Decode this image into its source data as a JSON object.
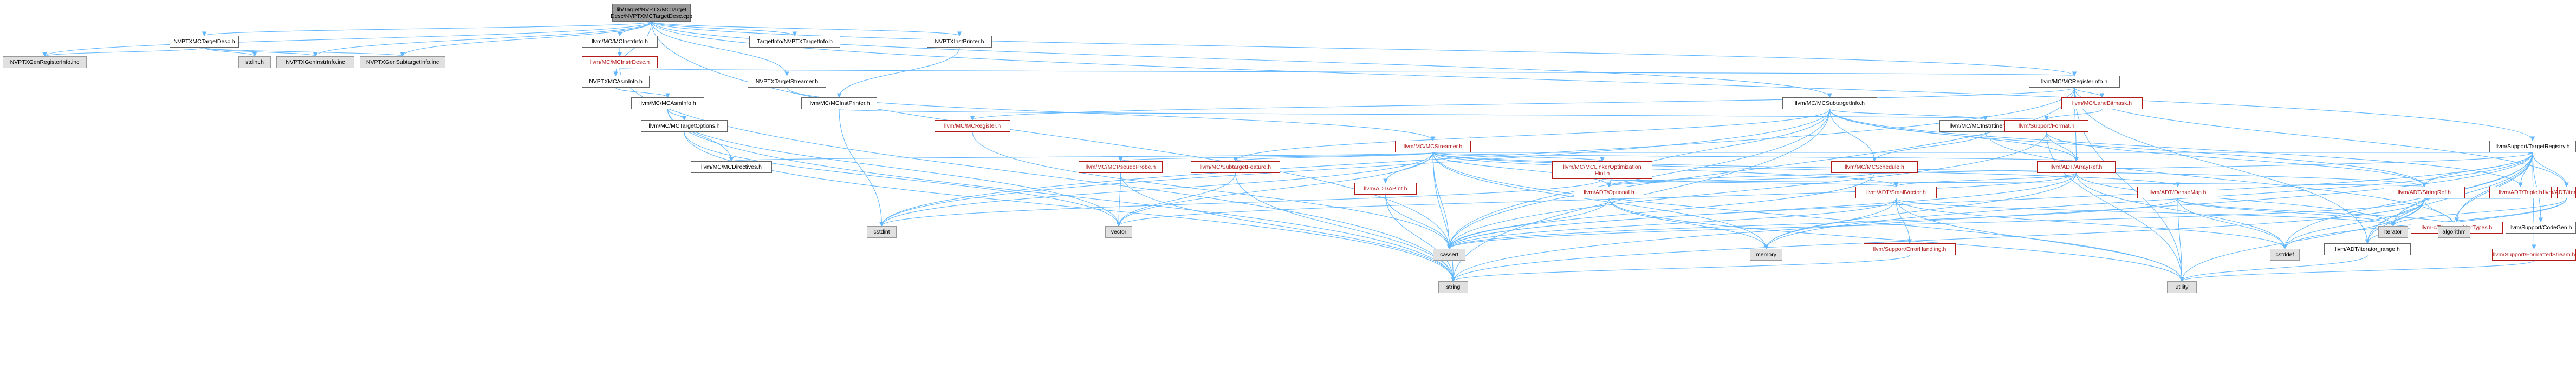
{
  "colors": {
    "edge": "#63b8ff",
    "node_border": "#666666",
    "external_fill": "#e0e0e0",
    "root_fill": "#999999",
    "link_text": "#b31b1b"
  },
  "nodes": [
    {
      "id": "root",
      "label": "lib/Target/NVPTX/MCTarget\nDesc/NVPTXMCTargetDesc.cpp",
      "style": "root"
    },
    {
      "id": "nvptxmctd",
      "label": "NVPTXMCTargetDesc.h",
      "style": "plain"
    },
    {
      "id": "mcinstrinfo",
      "label": "llvm/MC/MCInstrInfo.h",
      "style": "plain"
    },
    {
      "id": "tinfo",
      "label": "TargetInfo/NVPTXTargetInfo.h",
      "style": "plain"
    },
    {
      "id": "instprinter",
      "label": "NVPTXInstPrinter.h",
      "style": "plain"
    },
    {
      "id": "genreg",
      "label": "NVPTXGenRegisterInfo.inc",
      "style": "grey"
    },
    {
      "id": "stdint",
      "label": "stdint.h",
      "style": "grey"
    },
    {
      "id": "geninstr",
      "label": "NVPTXGenInstrInfo.inc",
      "style": "grey"
    },
    {
      "id": "gensub",
      "label": "NVPTXGenSubtargetInfo.inc",
      "style": "grey"
    },
    {
      "id": "mcinstrdesc",
      "label": "llvm/MC/MCInstrDesc.h",
      "style": "red"
    },
    {
      "id": "asminfo",
      "label": "NVPTXMCAsmInfo.h",
      "style": "plain"
    },
    {
      "id": "tstreamer",
      "label": "NVPTXTargetStreamer.h",
      "style": "plain"
    },
    {
      "id": "mcreginfo",
      "label": "llvm/MC/MCRegisterInfo.h",
      "style": "plain"
    },
    {
      "id": "mcasminfo",
      "label": "llvm/MC/MCAsmInfo.h",
      "style": "plain"
    },
    {
      "id": "mcinstprinter",
      "label": "llvm/MC/MCInstPrinter.h",
      "style": "plain"
    },
    {
      "id": "mcsubtarget",
      "label": "llvm/MC/MCSubtargetInfo.h",
      "style": "plain"
    },
    {
      "id": "lanebitmask",
      "label": "llvm/MC/LaneBitmask.h",
      "style": "red"
    },
    {
      "id": "mctargetopts",
      "label": "llvm/MC/MCTargetOptions.h",
      "style": "plain"
    },
    {
      "id": "mcregister",
      "label": "llvm/MC/MCRegister.h",
      "style": "red"
    },
    {
      "id": "mcstreamer",
      "label": "llvm/MC/MCStreamer.h",
      "style": "red"
    },
    {
      "id": "mcinstritin",
      "label": "llvm/MC/MCInstrItineraries.h",
      "style": "plain"
    },
    {
      "id": "format",
      "label": "llvm/Support/Format.h",
      "style": "red"
    },
    {
      "id": "targetreg",
      "label": "llvm/Support/TargetRegistry.h",
      "style": "plain"
    },
    {
      "id": "mcdirectives",
      "label": "llvm/MC/MCDirectives.h",
      "style": "plain"
    },
    {
      "id": "pseudoprobe",
      "label": "llvm/MC/MCPseudoProbe.h",
      "style": "red"
    },
    {
      "id": "subfeature",
      "label": "llvm/MC/SubtargetFeature.h",
      "style": "red"
    },
    {
      "id": "linkeropt",
      "label": "llvm/MC/MCLinkerOptimization\nHint.h",
      "style": "red"
    },
    {
      "id": "mcschedule",
      "label": "llvm/MC/MCSchedule.h",
      "style": "red"
    },
    {
      "id": "arrayref",
      "label": "llvm/ADT/ArrayRef.h",
      "style": "red"
    },
    {
      "id": "apint",
      "label": "llvm/ADT/APInt.h",
      "style": "red"
    },
    {
      "id": "optional",
      "label": "llvm/ADT/Optional.h",
      "style": "red"
    },
    {
      "id": "smallvector",
      "label": "llvm/ADT/SmallVector.h",
      "style": "red"
    },
    {
      "id": "densemap",
      "label": "llvm/ADT/DenseMap.h",
      "style": "red"
    },
    {
      "id": "stringref",
      "label": "llvm/ADT/StringRef.h",
      "style": "red"
    },
    {
      "id": "triple",
      "label": "llvm/ADT/Triple.h",
      "style": "red"
    },
    {
      "id": "iteratorh",
      "label": "llvm/ADT/iterator.h",
      "style": "red"
    },
    {
      "id": "disasm",
      "label": "llvm-c/DisassemblerTypes.h",
      "style": "red"
    },
    {
      "id": "codegen",
      "label": "llvm/Support/CodeGen.h",
      "style": "plain"
    },
    {
      "id": "errorhandling",
      "label": "llvm/Support/ErrorHandling.h",
      "style": "red"
    },
    {
      "id": "iterrange",
      "label": "llvm/ADT/iterator_range.h",
      "style": "plain"
    },
    {
      "id": "fmtstream",
      "label": "llvm/Support/FormattedStream.h",
      "style": "red"
    },
    {
      "id": "cstdint",
      "label": "cstdint",
      "style": "grey"
    },
    {
      "id": "vector",
      "label": "vector",
      "style": "grey"
    },
    {
      "id": "cassert",
      "label": "cassert",
      "style": "grey"
    },
    {
      "id": "memory",
      "label": "memory",
      "style": "grey"
    },
    {
      "id": "string",
      "label": "string",
      "style": "grey"
    },
    {
      "id": "cstddef",
      "label": "cstddef",
      "style": "grey"
    },
    {
      "id": "iterator",
      "label": "iterator",
      "style": "grey"
    },
    {
      "id": "algorithm",
      "label": "algorithm",
      "style": "grey"
    },
    {
      "id": "utility",
      "label": "utility",
      "style": "grey"
    }
  ],
  "edges": [
    [
      "root",
      "nvptxmctd"
    ],
    [
      "root",
      "mcinstrinfo"
    ],
    [
      "root",
      "tinfo"
    ],
    [
      "root",
      "instprinter"
    ],
    [
      "root",
      "genreg"
    ],
    [
      "root",
      "geninstr"
    ],
    [
      "root",
      "gensub"
    ],
    [
      "root",
      "asminfo"
    ],
    [
      "root",
      "tstreamer"
    ],
    [
      "root",
      "mcreginfo"
    ],
    [
      "root",
      "mcsubtarget"
    ],
    [
      "root",
      "targetreg"
    ],
    [
      "root",
      "cassert"
    ],
    [
      "nvptxmctd",
      "genreg"
    ],
    [
      "nvptxmctd",
      "stdint"
    ],
    [
      "nvptxmctd",
      "geninstr"
    ],
    [
      "nvptxmctd",
      "gensub"
    ],
    [
      "mcinstrinfo",
      "mcinstrdesc"
    ],
    [
      "mcinstrdesc",
      "mcreginfo"
    ],
    [
      "mcinstrdesc",
      "string"
    ],
    [
      "instprinter",
      "mcinstprinter"
    ],
    [
      "asminfo",
      "mcasminfo"
    ],
    [
      "tstreamer",
      "mcstreamer"
    ],
    [
      "mcreginfo",
      "lanebitmask"
    ],
    [
      "mcreginfo",
      "mcregister"
    ],
    [
      "mcreginfo",
      "iteratorh"
    ],
    [
      "mcreginfo",
      "iterrange"
    ],
    [
      "mcreginfo",
      "cassert"
    ],
    [
      "mcreginfo",
      "cstdint"
    ],
    [
      "mcreginfo",
      "utility"
    ],
    [
      "mcreginfo",
      "arrayref"
    ],
    [
      "lanebitmask",
      "format"
    ],
    [
      "mcasminfo",
      "mctargetopts"
    ],
    [
      "mcasminfo",
      "mcdirectives"
    ],
    [
      "mcasminfo",
      "vector"
    ],
    [
      "mcasminfo",
      "string"
    ],
    [
      "mcinstprinter",
      "format"
    ],
    [
      "mcinstprinter",
      "cstdint"
    ],
    [
      "mcsubtarget",
      "mcinstritin"
    ],
    [
      "mcsubtarget",
      "mcschedule"
    ],
    [
      "mcsubtarget",
      "subfeature"
    ],
    [
      "mcsubtarget",
      "arrayref"
    ],
    [
      "mcsubtarget",
      "stringref"
    ],
    [
      "mcsubtarget",
      "triple"
    ],
    [
      "mcsubtarget",
      "cassert"
    ],
    [
      "mcsubtarget",
      "cstdint"
    ],
    [
      "mcsubtarget",
      "string"
    ],
    [
      "mcsubtarget",
      "optional"
    ],
    [
      "mctargetopts",
      "vector"
    ],
    [
      "mctargetopts",
      "string"
    ],
    [
      "mcregister",
      "cassert"
    ],
    [
      "mcstreamer",
      "mcdirectives"
    ],
    [
      "mcstreamer",
      "pseudoprobe"
    ],
    [
      "mcstreamer",
      "subfeature"
    ],
    [
      "mcstreamer",
      "linkeropt"
    ],
    [
      "mcstreamer",
      "arrayref"
    ],
    [
      "mcstreamer",
      "apint"
    ],
    [
      "mcstreamer",
      "optional"
    ],
    [
      "mcstreamer",
      "smallvector"
    ],
    [
      "mcstreamer",
      "stringref"
    ],
    [
      "mcstreamer",
      "densemap"
    ],
    [
      "mcstreamer",
      "targetreg"
    ],
    [
      "mcstreamer",
      "cassert"
    ],
    [
      "mcstreamer",
      "cstdint"
    ],
    [
      "mcstreamer",
      "memory"
    ],
    [
      "mcstreamer",
      "string"
    ],
    [
      "mcstreamer",
      "utility"
    ],
    [
      "mcstreamer",
      "vector"
    ],
    [
      "mcinstritin",
      "mcschedule"
    ],
    [
      "mcinstritin",
      "algorithm"
    ],
    [
      "format",
      "arrayref"
    ],
    [
      "format",
      "stringref"
    ],
    [
      "format",
      "cassert"
    ],
    [
      "format",
      "utility"
    ],
    [
      "targetreg",
      "triple"
    ],
    [
      "targetreg",
      "iteratorh"
    ],
    [
      "targetreg",
      "disasm"
    ],
    [
      "targetreg",
      "codegen"
    ],
    [
      "targetreg",
      "fmtstream"
    ],
    [
      "targetreg",
      "stringref"
    ],
    [
      "targetreg",
      "iterrange"
    ],
    [
      "targetreg",
      "algorithm"
    ],
    [
      "targetreg",
      "cassert"
    ],
    [
      "targetreg",
      "cstddef"
    ],
    [
      "targetreg",
      "iterator"
    ],
    [
      "targetreg",
      "memory"
    ],
    [
      "targetreg",
      "string"
    ],
    [
      "targetreg",
      "optional"
    ],
    [
      "pseudoprobe",
      "vector"
    ],
    [
      "pseudoprobe",
      "string"
    ],
    [
      "subfeature",
      "vector"
    ],
    [
      "subfeature",
      "string"
    ],
    [
      "linkeropt",
      "smallvector"
    ],
    [
      "linkeropt",
      "stringref"
    ],
    [
      "linkeropt",
      "cstdint"
    ],
    [
      "mcschedule",
      "optional"
    ],
    [
      "mcschedule",
      "cassert"
    ],
    [
      "arrayref",
      "smallvector"
    ],
    [
      "arrayref",
      "cassert"
    ],
    [
      "arrayref",
      "cstddef"
    ],
    [
      "arrayref",
      "iterator"
    ],
    [
      "arrayref",
      "memory"
    ],
    [
      "arrayref",
      "vector"
    ],
    [
      "apint",
      "cassert"
    ],
    [
      "apint",
      "string"
    ],
    [
      "optional",
      "cassert"
    ],
    [
      "optional",
      "utility"
    ],
    [
      "optional",
      "memory"
    ],
    [
      "smallvector",
      "errorhandling"
    ],
    [
      "smallvector",
      "cassert"
    ],
    [
      "smallvector",
      "cstddef"
    ],
    [
      "smallvector",
      "iterator"
    ],
    [
      "smallvector",
      "memory"
    ],
    [
      "smallvector",
      "utility"
    ],
    [
      "densemap",
      "iterator"
    ],
    [
      "densemap",
      "cassert"
    ],
    [
      "densemap",
      "cstddef"
    ],
    [
      "densemap",
      "algorithm"
    ],
    [
      "densemap",
      "utility"
    ],
    [
      "stringref",
      "iterrange"
    ],
    [
      "stringref",
      "algorithm"
    ],
    [
      "stringref",
      "cassert"
    ],
    [
      "stringref",
      "cstddef"
    ],
    [
      "stringref",
      "iterator"
    ],
    [
      "stringref",
      "string"
    ],
    [
      "stringref",
      "utility"
    ],
    [
      "triple",
      "stringref"
    ],
    [
      "iteratorh",
      "iterrange"
    ],
    [
      "iteratorh",
      "cstddef"
    ],
    [
      "iteratorh",
      "iterator"
    ],
    [
      "errorhandling",
      "string"
    ],
    [
      "iterrange",
      "utility"
    ],
    [
      "fmtstream",
      "utility"
    ]
  ]
}
